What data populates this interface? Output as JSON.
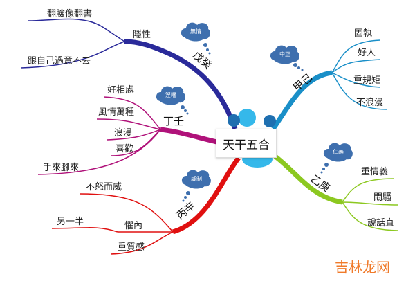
{
  "center": {
    "label": "天干五合"
  },
  "branches": {
    "wugui": {
      "label": "戊癸",
      "cloud": "無情",
      "color": "#2a2a9a",
      "sub": "隱性",
      "leaves": [
        "翻臉像翻書",
        "跟自己過意不去"
      ]
    },
    "jiaji": {
      "label": "甲己",
      "cloud": "中正",
      "color": "#1a8fc8",
      "leaves": [
        "固執",
        "好人",
        "重規矩",
        "不浪漫"
      ]
    },
    "dingren": {
      "label": "丁壬",
      "cloud": "淫暱",
      "color": "#b0127a",
      "leaves": [
        "好相處",
        "風情萬種",
        "浪漫",
        "喜歡",
        "手來腳來"
      ]
    },
    "yigeng": {
      "label": "乙庚",
      "cloud": "仁義",
      "color": "#8cc820",
      "leaves": [
        "重情義",
        "悶騷",
        "說話直"
      ]
    },
    "bingxin": {
      "label": "丙辛",
      "cloud": "威制",
      "color": "#e01010",
      "leaves": [
        "不怒而威",
        "懼內",
        "另一半",
        "重質感"
      ]
    }
  },
  "watermark": "吉林龙网"
}
